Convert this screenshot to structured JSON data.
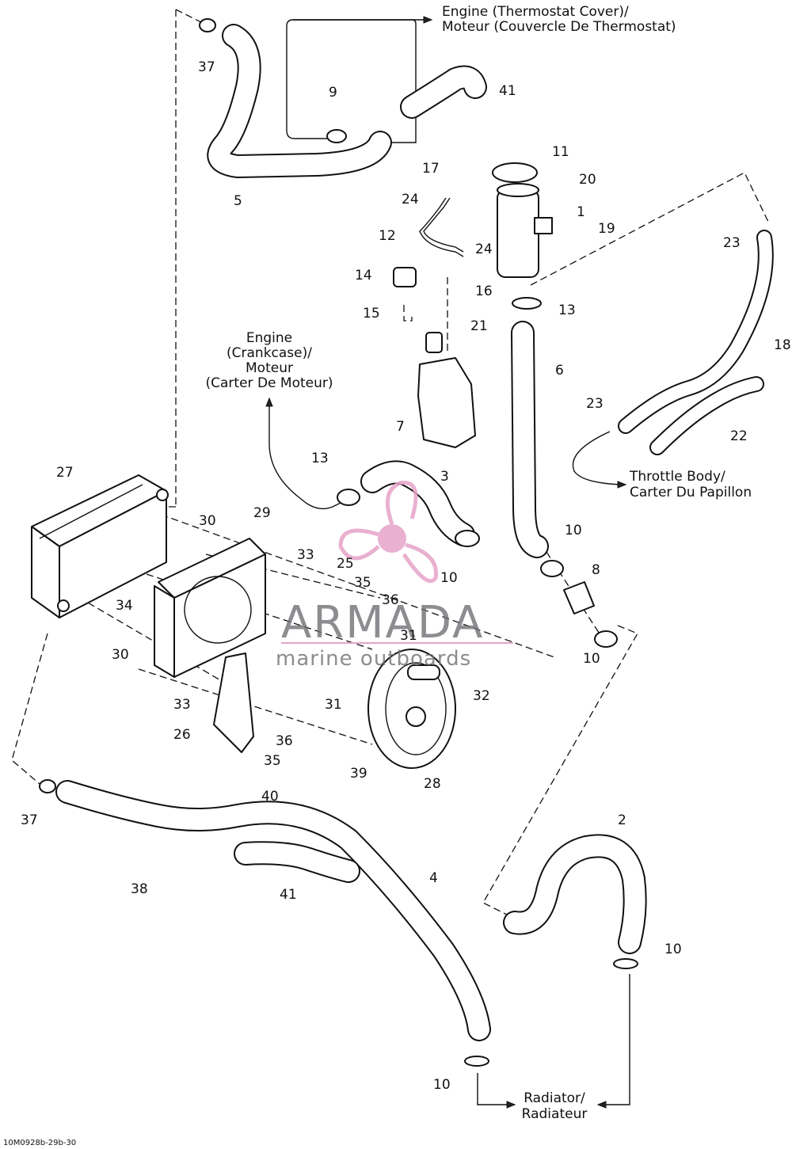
{
  "callouts": {
    "engine_thermostat": [
      "Engine (Thermostat Cover)/",
      "Moteur (Couvercle De Thermostat)"
    ],
    "engine_crankcase": [
      "Engine",
      "(Crankcase)/",
      "Moteur",
      "(Carter De Moteur)"
    ],
    "throttle_body": [
      "Throttle Body/",
      "Carter Du Papillon"
    ],
    "radiator": [
      "Radiator/",
      "Radiateur"
    ]
  },
  "part_numbers": {
    "p37a": "37",
    "p9": "9",
    "p41a": "41",
    "p11": "11",
    "p17": "17",
    "p20": "20",
    "p24a": "24",
    "p1": "1",
    "p19": "19",
    "p5": "5",
    "p12": "12",
    "p24b": "24",
    "p23a": "23",
    "p14": "14",
    "p16": "16",
    "p13a": "13",
    "p15": "15",
    "p21": "21",
    "p18": "18",
    "p6": "6",
    "p23b": "23",
    "p7": "7",
    "p22": "22",
    "p27": "27",
    "p13b": "13",
    "p3": "3",
    "p30a": "30",
    "p29": "29",
    "p10a": "10",
    "p33a": "33",
    "p25": "25",
    "p10b": "10",
    "p8": "8",
    "p35a": "35",
    "p34": "34",
    "p36a": "36",
    "p31a": "31",
    "p30b": "30",
    "p10c": "10",
    "p32": "32",
    "p33b": "33",
    "p31b": "31",
    "p26": "26",
    "p36b": "36",
    "p35b": "35",
    "p39": "39",
    "p28": "28",
    "p40": "40",
    "p37b": "37",
    "p2": "2",
    "p4": "4",
    "p38": "38",
    "p41b": "41",
    "p10d": "10",
    "p10e": "10"
  },
  "watermark": {
    "brand": "ARMADA",
    "tagline": "marine outboards",
    "color": "#e6a3c8"
  },
  "figure_ref": "10M0928b-29b-30"
}
